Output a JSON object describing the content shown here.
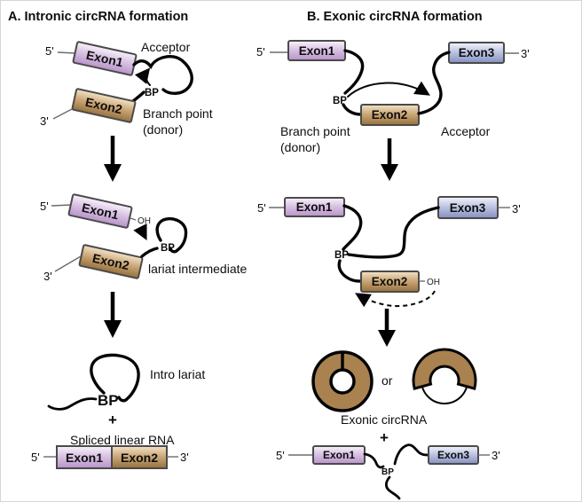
{
  "colors": {
    "exon1_top": "#f8f3fa",
    "exon1_mid": "#d9c3e3",
    "exon1_bottom": "#b893c9",
    "exon2_top": "#f2e4c9",
    "exon2_mid": "#cda97a",
    "exon2_bottom": "#96713d",
    "exon3_top": "#f3f4fb",
    "exon3_mid": "#bfc6e2",
    "exon3_bottom": "#8590c1",
    "circle_fill": "#a9824f",
    "line_black": "#050505",
    "lead_gray": "#6b6b6b",
    "box_border": "#4a4a4a"
  },
  "panel_a": {
    "title": "A. Intronic circRNA formation",
    "stage1": {
      "five_prime": "5'",
      "three_prime": "3'",
      "exon1": "Exon1",
      "exon2": "Exon2",
      "acceptor_label": "Acceptor",
      "bp_label": "BP",
      "branch_point_label": "Branch point",
      "donor_label": "(donor)"
    },
    "stage2": {
      "five_prime": "5'",
      "three_prime": "3'",
      "exon1": "Exon1",
      "exon2": "Exon2",
      "oh_label": "OH",
      "bp_label": "BP",
      "lariat_label": "lariat intermediate"
    },
    "stage3": {
      "bp_label": "BP",
      "intro_lariat_label": "Intro lariat",
      "plus": "+",
      "spliced_label": "Spliced linear RNA",
      "five_prime": "5'",
      "three_prime": "3'",
      "exon1": "Exon1",
      "exon2": "Exon2"
    }
  },
  "panel_b": {
    "title": "B. Exonic circRNA formation",
    "stage1": {
      "five_prime": "5'",
      "three_prime": "3'",
      "exon1": "Exon1",
      "exon2": "Exon2",
      "exon3": "Exon3",
      "bp_label": "BP",
      "branch_point_label": "Branch point",
      "donor_label": "(donor)",
      "acceptor_label": "Acceptor"
    },
    "stage2": {
      "five_prime": "5'",
      "three_prime": "3'",
      "exon1": "Exon1",
      "exon2": "Exon2",
      "exon3": "Exon3",
      "bp_label": "BP",
      "oh_label": "OH"
    },
    "stage3": {
      "or_label": "or",
      "exonic_label": "Exonic circRNA",
      "plus": "+",
      "five_prime": "5'",
      "three_prime": "3'",
      "exon1": "Exon1",
      "exon3": "Exon3",
      "bp_label": "BP"
    }
  }
}
